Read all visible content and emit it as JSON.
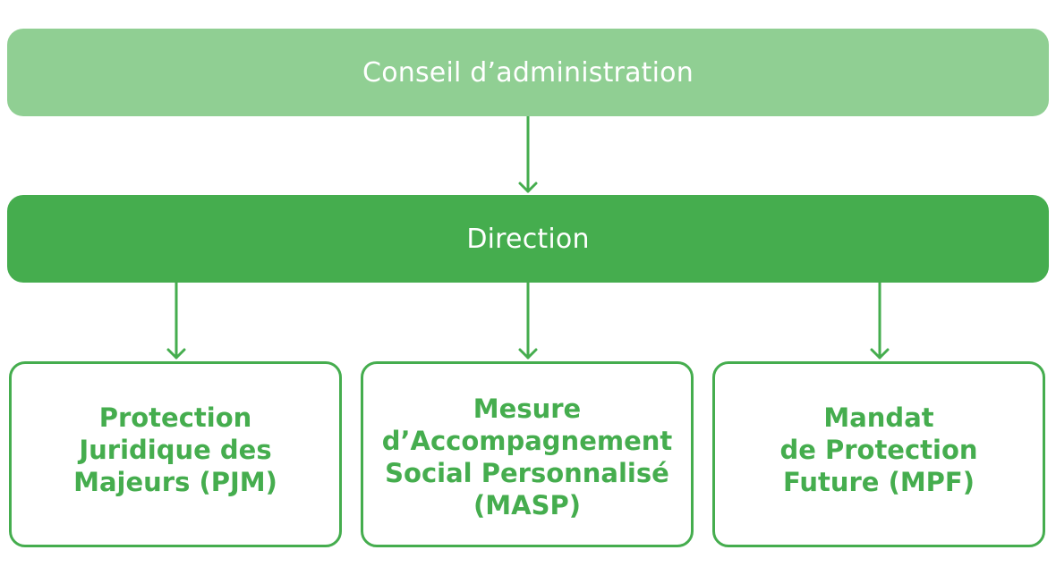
{
  "nodes": {
    "board": {
      "label": "Conseil d’administration"
    },
    "direction": {
      "label": "Direction"
    },
    "pjm": {
      "lines": [
        "Protection",
        "Juridique des",
        "Majeurs (PJM)"
      ]
    },
    "masp": {
      "lines": [
        "Mesure",
        "d’Accompagnement",
        "Social Personnalisé",
        "(MASP)"
      ]
    },
    "mpf": {
      "lines": [
        "Mandat",
        "de Protection",
        "Future (MPF)"
      ]
    }
  },
  "edges": [
    {
      "from": "board",
      "to": "direction"
    },
    {
      "from": "direction",
      "to": "pjm"
    },
    {
      "from": "direction",
      "to": "masp"
    },
    {
      "from": "direction",
      "to": "mpf"
    }
  ],
  "colors": {
    "board_fill": "#90cf93",
    "direction_fill": "#45ad4e",
    "accent": "#45ad4e",
    "background": "#ffffff"
  }
}
